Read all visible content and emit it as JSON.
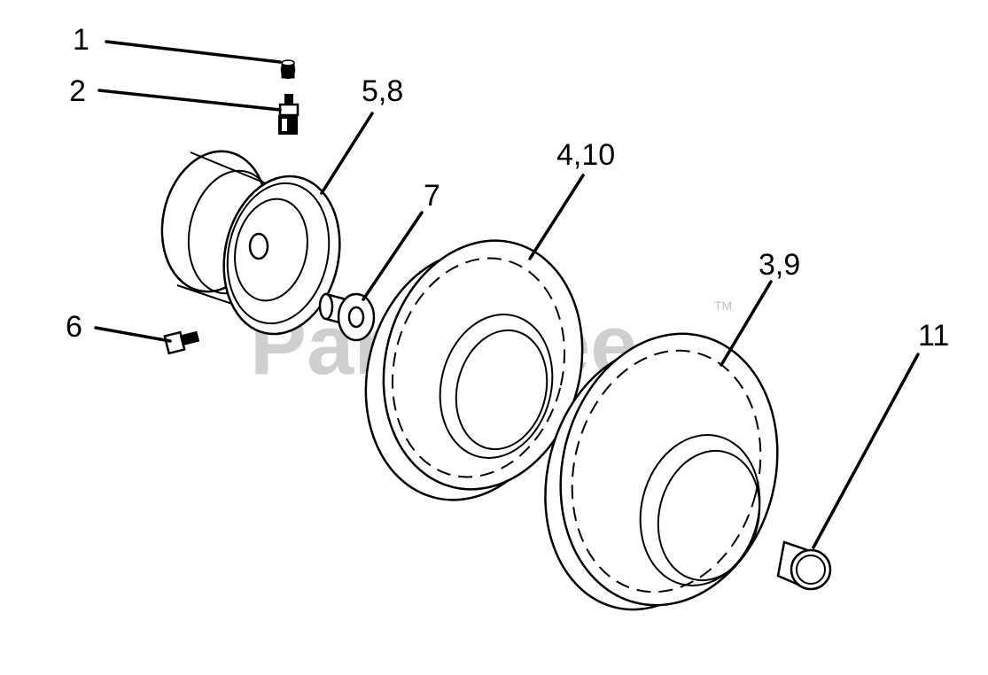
{
  "watermark": {
    "text": "PartsTree",
    "trademark": "TM"
  },
  "callouts": [
    {
      "id": "c1",
      "label": "1"
    },
    {
      "id": "c2",
      "label": "2"
    },
    {
      "id": "c58",
      "label": "5,8"
    },
    {
      "id": "c7",
      "label": "7"
    },
    {
      "id": "c410",
      "label": "4,10"
    },
    {
      "id": "c6",
      "label": "6"
    },
    {
      "id": "c39",
      "label": "3,9"
    },
    {
      "id": "c11",
      "label": "11"
    }
  ]
}
